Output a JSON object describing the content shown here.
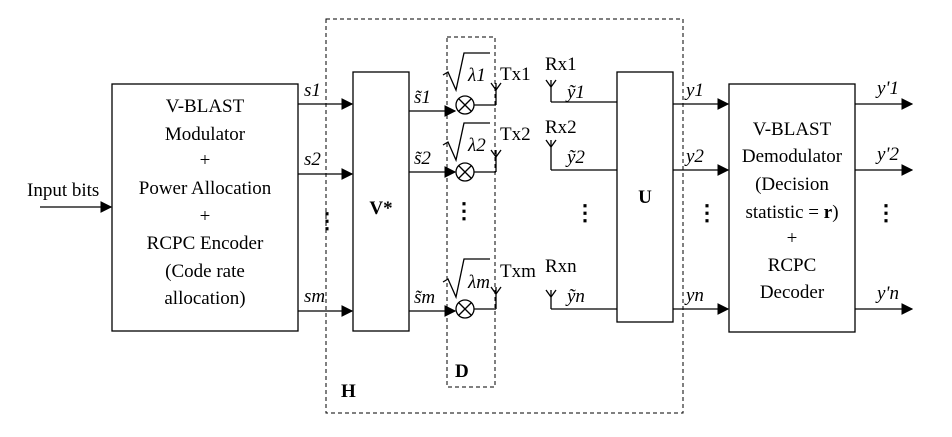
{
  "input": {
    "label": "Input bits"
  },
  "modulator": {
    "lines": [
      "V-BLAST",
      "Modulator",
      "+",
      "Power Allocation",
      "+",
      "RCPC Encoder",
      "(Code rate",
      "allocation)"
    ]
  },
  "v_block": {
    "label": "V*"
  },
  "u_block": {
    "label": "U"
  },
  "demodulator": {
    "lines": [
      "V-BLAST",
      "Demodulator",
      "(Decision",
      "statistic = ",
      "r",
      ")",
      "+",
      "RCPC",
      "Decoder"
    ]
  },
  "region_labels": {
    "h": "H",
    "d": "D"
  },
  "signals": {
    "s": [
      "s1",
      "s2",
      "sm"
    ],
    "s_tilde": [
      "s̃1",
      "s̃2",
      "s̃m"
    ],
    "lambda": [
      "λ1",
      "λ2",
      "λm"
    ],
    "tx": [
      "Tx1",
      "Tx2",
      "Txm"
    ],
    "rx": [
      "Rx1",
      "Rx2",
      "Rxn"
    ],
    "y_tilde": [
      "ỹ1",
      "ỹ2",
      "ỹn"
    ],
    "y": [
      "y1",
      "y2",
      "yn"
    ],
    "y_prime": [
      "y'1",
      "y'2",
      "y'n"
    ]
  }
}
